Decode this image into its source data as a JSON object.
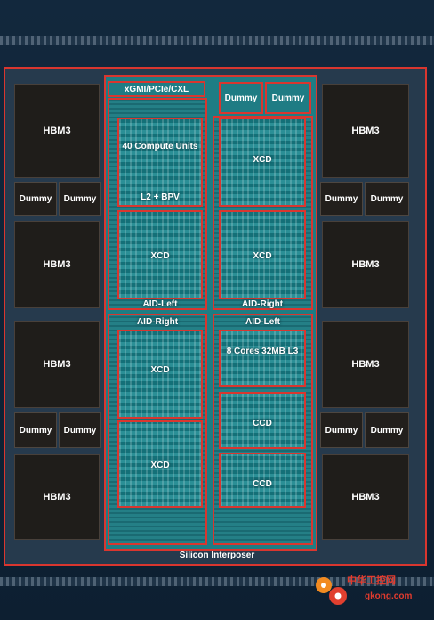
{
  "labels": {
    "hbm": "HBM3",
    "dummy": "Dummy",
    "io": "xGMI/PCIe/CXL",
    "compute": "40 Compute Units",
    "l2": "L2 + BPV",
    "xcd": "XCD",
    "aid_left": "AID-Left",
    "aid_right": "AID-Right",
    "cores": "8 Cores 32MB L3",
    "ccd": "CCD",
    "interposer": "Silicon Interposer"
  },
  "watermark": {
    "brand": "中华工控网",
    "site": "gkong.com"
  }
}
